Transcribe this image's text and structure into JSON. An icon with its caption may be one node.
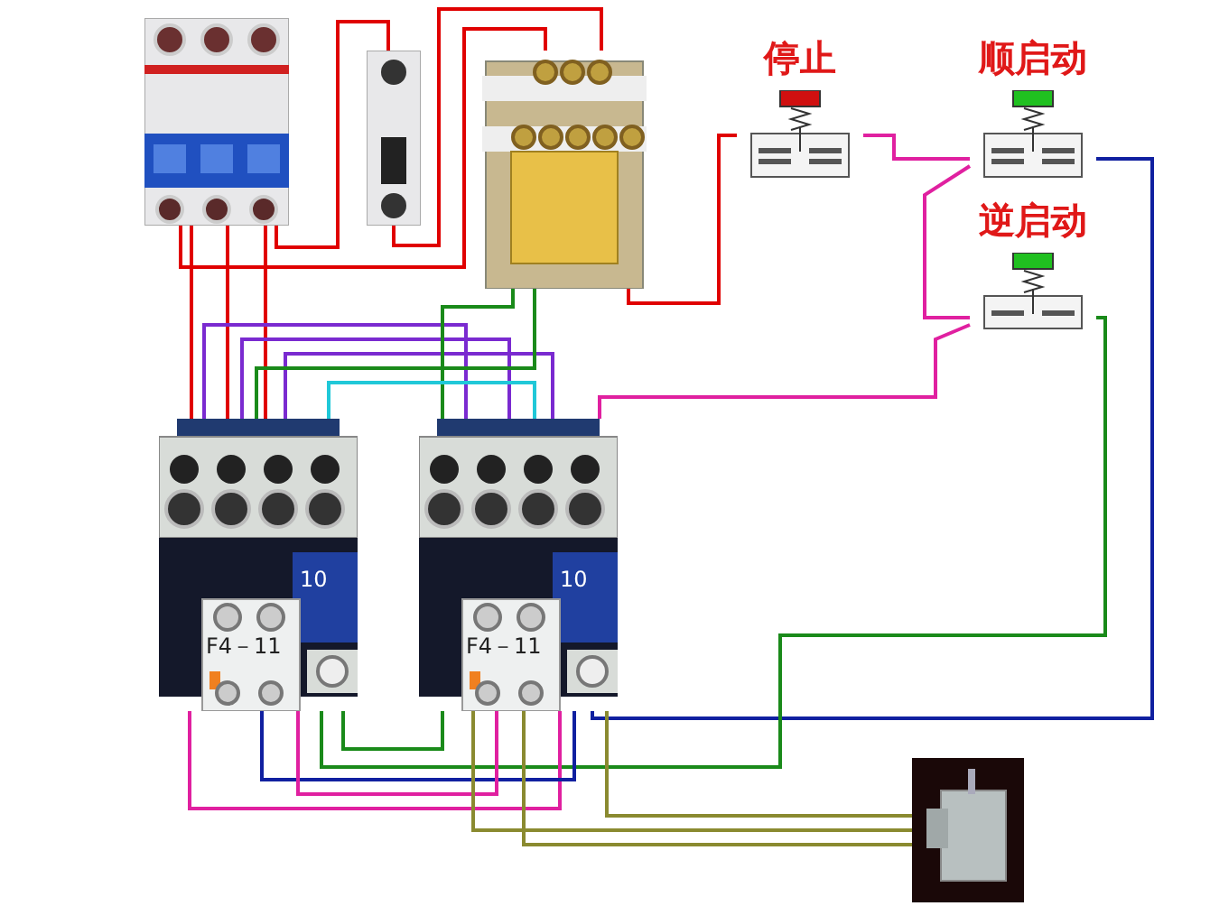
{
  "diagram": {
    "nodes": [
      {
        "text": [],
        "shape": "picture"
      },
      {
        "text": [],
        "shape": "picture"
      },
      {
        "text": [],
        "shape": "picture"
      },
      {
        "text": [
          "停止"
        ]
      },
      {
        "text": [
          "顺启动"
        ]
      },
      {
        "text": [
          "逆启动"
        ]
      },
      {
        "text": [
          "10",
          "F4－11"
        ]
      },
      {
        "text": [
          "10",
          "F4－11"
        ]
      },
      {
        "text": [],
        "shape": "picture"
      }
    ],
    "edges": [
      {
        "from": 0,
        "to": 1,
        "arrow": "none"
      },
      {
        "from": 0,
        "to": 2,
        "arrow": "none"
      },
      {
        "from": 1,
        "to": 2,
        "arrow": "none"
      },
      {
        "from": 0,
        "to": 6,
        "arrow": "none"
      },
      {
        "from": 0,
        "to": 6,
        "arrow": "none"
      },
      {
        "from": 0,
        "to": 6,
        "arrow": "none"
      },
      {
        "from": 6,
        "to": 7,
        "arrow": "none",
        "color": "#7a2ad0"
      },
      {
        "from": 6,
        "to": 7,
        "arrow": "none",
        "color": "#7a2ad0"
      },
      {
        "from": 6,
        "to": 7,
        "arrow": "none",
        "color": "#7a2ad0"
      },
      {
        "from": 2,
        "to": 3,
        "arrow": "none"
      },
      {
        "from": 3,
        "to": 4,
        "arrow": "none",
        "color": "#e020a0"
      },
      {
        "from": 4,
        "to": 5,
        "arrow": "none",
        "color": "#e020a0"
      },
      {
        "from": 5,
        "to": 7,
        "arrow": "none",
        "color": "#e020a0"
      },
      {
        "from": 4,
        "to": 7,
        "arrow": "none",
        "color": "#1020a0"
      },
      {
        "from": 5,
        "to": 6,
        "arrow": "none",
        "color": "#1a8a1a"
      },
      {
        "from": 2,
        "to": 6,
        "arrow": "none",
        "color": "#1a8a1a"
      },
      {
        "from": 2,
        "to": 7,
        "arrow": "none",
        "color": "#1a8a1a"
      },
      {
        "from": 6,
        "to": 7,
        "arrow": "none",
        "color": "#20c8d8"
      },
      {
        "from": 6,
        "to": 7,
        "arrow": "none",
        "color": "#e020a0"
      },
      {
        "from": 6,
        "to": 7,
        "arrow": "none",
        "color": "#1020a0"
      },
      {
        "from": 6,
        "to": 7,
        "arrow": "none",
        "color": "#e020a0"
      },
      {
        "from": 6,
        "to": 7,
        "arrow": "none",
        "color": "#1a8a1a"
      },
      {
        "from": 7,
        "to": 8,
        "arrow": "none",
        "color": "#8a8a30"
      },
      {
        "from": 7,
        "to": 8,
        "arrow": "none",
        "color": "#8a8a30"
      },
      {
        "from": 7,
        "to": 8,
        "arrow": "none",
        "color": "#8a8a30"
      }
    ]
  }
}
